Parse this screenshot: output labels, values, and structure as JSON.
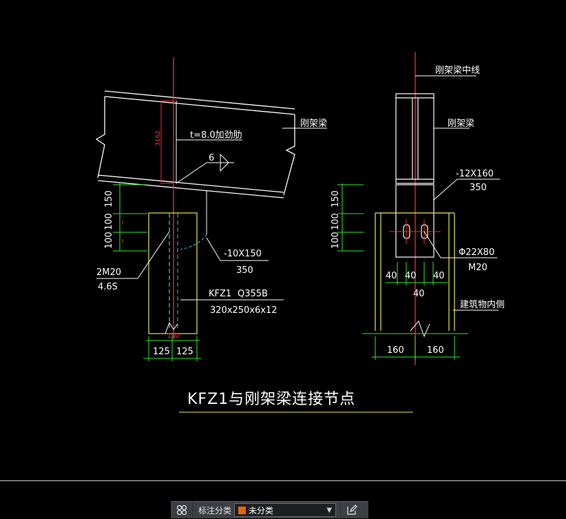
{
  "drawing": {
    "left": {
      "beam_label": "刚架梁",
      "stiffener": "t=8.0加劲肋",
      "weld_size": "6",
      "height_dim": "3162",
      "bolt_spec": "2M20",
      "bolt_grade": "4.6S",
      "plate_spec": "-10X150",
      "plate_length": "350",
      "column_name": "KFZ1",
      "column_steel": "Q355B",
      "column_section": "320x250x6x12",
      "dims_vertical": [
        "150",
        "100",
        "100"
      ],
      "dims_bottom": [
        "125",
        "125"
      ],
      "base_small": "160"
    },
    "right": {
      "centerline_label": "刚架梁中线",
      "beam_label": "刚架梁",
      "plate_spec": "-12X160",
      "plate_length": "350",
      "hole_spec": "Φ22X80",
      "bolt_spec": "M20",
      "dims_vertical": [
        "150",
        "100",
        "100"
      ],
      "dims_holes": [
        "40",
        "40",
        "40"
      ],
      "dim_center": "40",
      "building_inner": "建筑物内侧",
      "dims_bottom": [
        "160",
        "160"
      ]
    },
    "title": "KFZ1与刚架梁连接节点"
  },
  "toolbar": {
    "label": "标注分类",
    "selected": "未分类",
    "swatch_color": "#e8650a"
  },
  "colors": {
    "background": "#000000",
    "line_white": "#ffffff",
    "line_yellow": "#e6e65a",
    "line_green": "#2ee82e",
    "line_red": "#ff2a2a",
    "line_cyan": "#2ed0e6"
  }
}
